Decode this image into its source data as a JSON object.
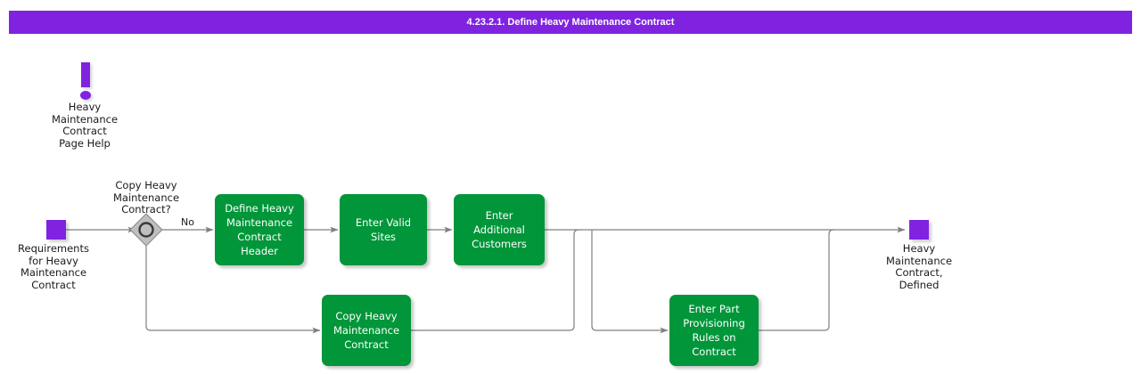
{
  "header": {
    "title": "4.23.2.1. Define Heavy Maintenance Contract",
    "background_color": "#7F23E0",
    "text_color": "#FFFFFF"
  },
  "colors": {
    "accent_purple": "#7F23E0",
    "task_green": "#009639",
    "connector_gray": "#808080",
    "gateway_gray": "#9E9E9E",
    "canvas": "#FFFFFF"
  },
  "help": {
    "icon": "exclamation-icon",
    "label": "Heavy\nMaintenance\nContract\nPage Help"
  },
  "nodes": {
    "start": {
      "type": "start-event",
      "label": "Requirements\nfor Heavy\nMaintenance\nContract"
    },
    "gateway": {
      "type": "decision-gateway",
      "label": "Copy Heavy\nMaintenance\nContract?"
    },
    "task_define_header": {
      "type": "task",
      "label": "Define Heavy\nMaintenance\nContract Header"
    },
    "task_valid_sites": {
      "type": "task",
      "label": "Enter Valid Sites"
    },
    "task_additional_customers": {
      "type": "task",
      "label": "Enter Additional\nCustomers"
    },
    "task_copy_contract": {
      "type": "task",
      "label": "Copy Heavy\nMaintenance\nContract"
    },
    "task_part_provisioning": {
      "type": "task",
      "label": "Enter Part\nProvisioning\nRules on\nContract"
    },
    "end": {
      "type": "end-event",
      "label": "Heavy\nMaintenance\nContract,\nDefined"
    }
  },
  "edges": {
    "gateway_no": {
      "label": "No"
    }
  }
}
